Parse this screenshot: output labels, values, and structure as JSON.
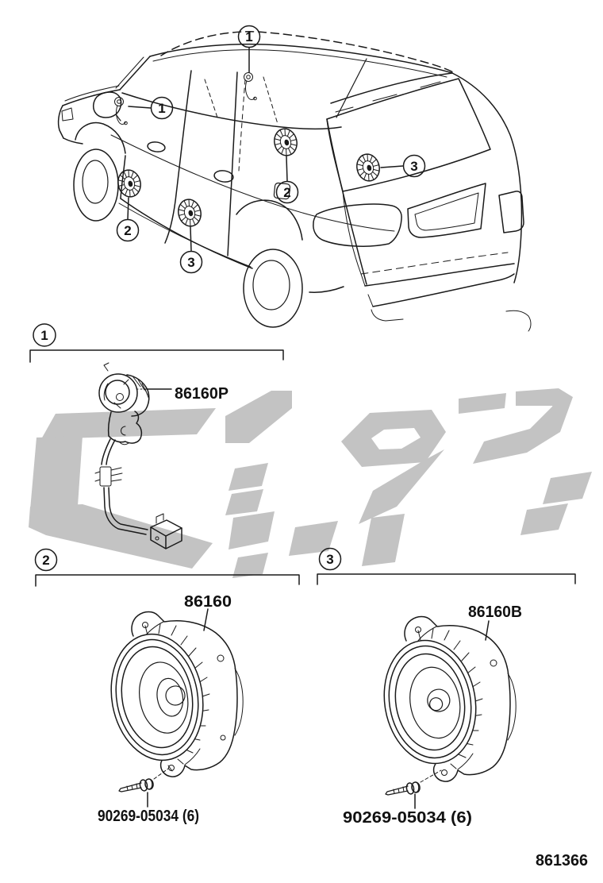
{
  "diagram": {
    "figure_code": "861366",
    "colors": {
      "line": "#1a1a1a",
      "watermark": "#c3c3c3",
      "paper": "#ffffff"
    },
    "vehicle": {
      "markers": [
        "1",
        "1",
        "2",
        "3",
        "2",
        "3"
      ]
    },
    "sections": [
      {
        "callout": "1",
        "part_number": "86160P"
      },
      {
        "callout": "2",
        "part_number": "86160",
        "fastener_number": "90269-05034 (6)"
      },
      {
        "callout": "3",
        "part_number": "86160B",
        "fastener_number": "90269-05034 (6)"
      }
    ]
  }
}
